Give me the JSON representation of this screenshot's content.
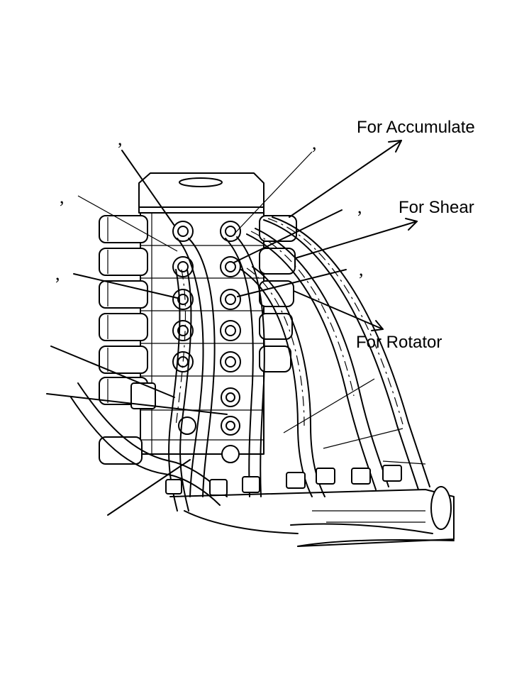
{
  "labels": {
    "accumulate": "For Accumulate",
    "shear": "For Shear",
    "rotator": "For Rotator"
  },
  "marks": {
    "comma_1": ",",
    "comma_2": ",",
    "comma_3": ",",
    "comma_4": ",",
    "comma_5": ",",
    "comma_6": ","
  }
}
